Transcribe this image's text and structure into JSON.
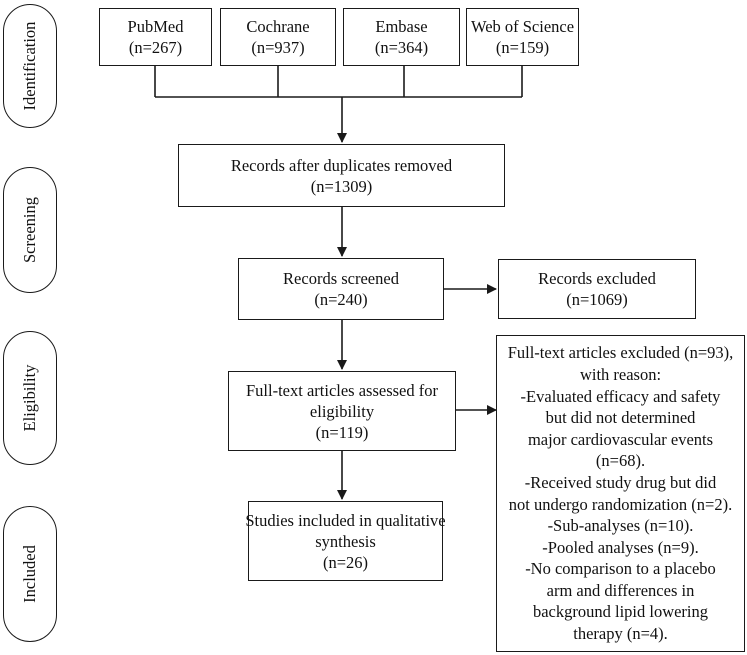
{
  "stages": {
    "identification": "Identification",
    "screening": "Screening",
    "eligibility": "Eligibility",
    "included": "Included"
  },
  "sources": [
    {
      "name": "PubMed",
      "count": "(n=267)"
    },
    {
      "name": "Cochrane",
      "count": "(n=937)"
    },
    {
      "name": "Embase",
      "count": "(n=364)"
    },
    {
      "name": "Web of Science",
      "count": "(n=159)"
    }
  ],
  "duplicates_removed": {
    "label": "Records after duplicates removed",
    "count": "(n=1309)"
  },
  "screened": {
    "label": "Records screened",
    "count": "(n=240)"
  },
  "excluded": {
    "label": "Records excluded",
    "count": "(n=1069)"
  },
  "fulltext_assessed": {
    "line1": "Full-text articles assessed for",
    "line2": "eligibility",
    "count": "(n=119)"
  },
  "included_studies": {
    "line1": "Studies included in qualitative",
    "line2": "synthesis",
    "count": "(n=26)"
  },
  "fulltext_excluded": {
    "lines": [
      "Full-text articles excluded (n=93),",
      "with reason:",
      "-Evaluated efficacy and safety",
      "but did not determined",
      "major cardiovascular events",
      "(n=68).",
      "-Received study drug but did",
      "not undergo randomization (n=2).",
      "-Sub-analyses (n=10).",
      "-Pooled analyses (n=9).",
      "-No comparison to a placebo",
      "arm and differences in",
      "background lipid lowering",
      "therapy (n=4)."
    ]
  }
}
